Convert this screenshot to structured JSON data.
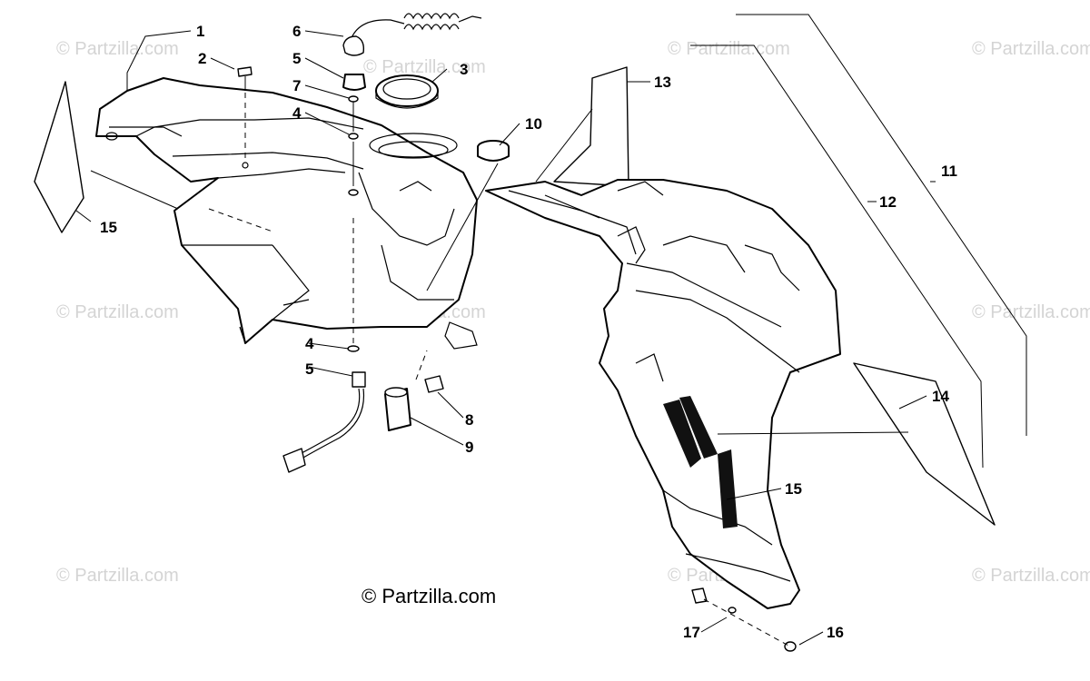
{
  "watermark_text": "© Partzilla.com",
  "copyright_text": "© Partzilla.com",
  "callouts": {
    "c1": "1",
    "c2": "2",
    "c3": "3",
    "c4a": "4",
    "c4b": "4",
    "c5a": "5",
    "c5b": "5",
    "c6": "6",
    "c7": "7",
    "c8": "8",
    "c9": "9",
    "c10": "10",
    "c11": "11",
    "c12": "12",
    "c13": "13",
    "c14": "14",
    "c15a": "15",
    "c15b": "15",
    "c16": "16",
    "c17": "17"
  }
}
